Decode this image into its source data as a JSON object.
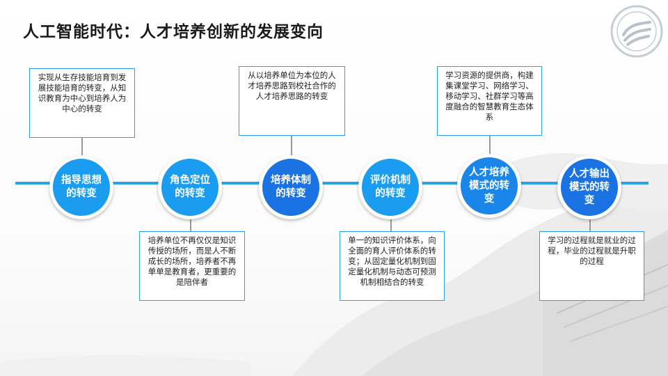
{
  "title": "人工智能时代：人才培养创新的发展变向",
  "logo_icon": "university-emblem-icon",
  "colors": {
    "axis": "#2aa3e6",
    "node": "#1a9cf0",
    "node_dark": "#1a72e3",
    "box_border": "#2aa3e6"
  },
  "nodes": [
    {
      "label": "指导思想的转变",
      "text": "实现从生存技能培育到发展技能培育的转变，从知识教育为中心到培养人为中心的转变"
    },
    {
      "label": "角色定位的转变",
      "text": "培养单位不再仅仅是知识传授的场所，而是人不断成长的场所，培养者不再单单是教育者，更重要的是陪伴者"
    },
    {
      "label": "培养体制的转变",
      "text": "从以培养单位为本位的人才培养思路到校社合作的人才培养思路的转变"
    },
    {
      "label": "评价机制的转变",
      "text": "单一的知识评价体系，向全面的育人评价体系的转变；从固定量化机制到固定量化机制与动态可预测机制相结合的转变"
    },
    {
      "label": "人才培养模式的转变",
      "text": "学习资源的提供商，构建集课堂学习、网络学习、移动学习、社群学习等高度融合的智慧教育生态体系"
    },
    {
      "label": "人才输出模式的转变",
      "text": "学习的过程就是就业的过程，毕业的过程就是升职的过程"
    }
  ]
}
